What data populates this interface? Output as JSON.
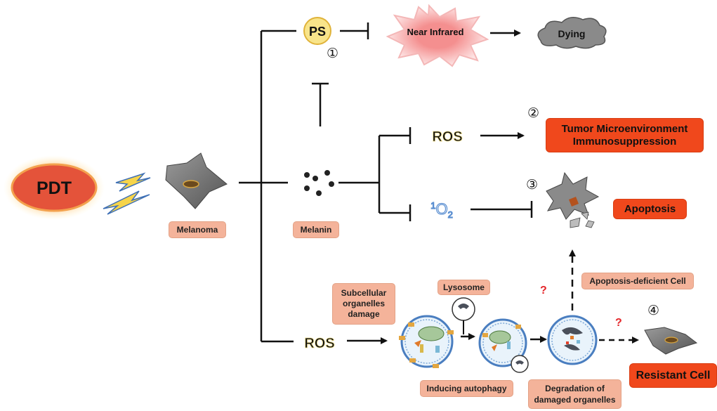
{
  "pdt": {
    "label": "PDT"
  },
  "ps": {
    "label": "PS",
    "marker": "①"
  },
  "near_infrared": {
    "label": "Near Infrared"
  },
  "dying": {
    "label": "Dying"
  },
  "melanoma": {
    "label": "Melanoma"
  },
  "melanin": {
    "label": "Melanin"
  },
  "ros_top": {
    "label": "ROS"
  },
  "singlet_oxygen": {
    "sup": "1",
    "base": "O",
    "sub": "2"
  },
  "tumor": {
    "marker": "②",
    "line1": "Tumor Microenvironment",
    "line2": "Immunosuppression"
  },
  "apoptosis": {
    "marker": "③",
    "label": "Apoptosis"
  },
  "ros_bottom": {
    "label": "ROS"
  },
  "subcellular": {
    "line1": "Subcellular",
    "line2": "organelles",
    "line3": "damage"
  },
  "lysosome": {
    "label": "Lysosome"
  },
  "inducing_autophagy": {
    "label": "Inducing autophagy"
  },
  "degradation": {
    "line1": "Degradation of",
    "line2": "damaged organelles"
  },
  "apoptosis_deficient": {
    "label": "Apoptosis-deficient  Cell"
  },
  "question_marks": {
    "upper": "?",
    "lower": "?"
  },
  "resistant": {
    "marker": "④",
    "label": "Resistant Cell"
  },
  "colors": {
    "pdt_fill": "#e4533a",
    "glow": "#ffd27a",
    "salmon": "#f4b39a",
    "red_box": "#f0481c",
    "ps_fill": "#f8e48a",
    "starburst": "#f7a3a3",
    "cloud": "#8a8a8a",
    "ros_outline": "#f1e08a",
    "o2_blue": "#5b8fd1",
    "question_red": "#e4262a"
  }
}
